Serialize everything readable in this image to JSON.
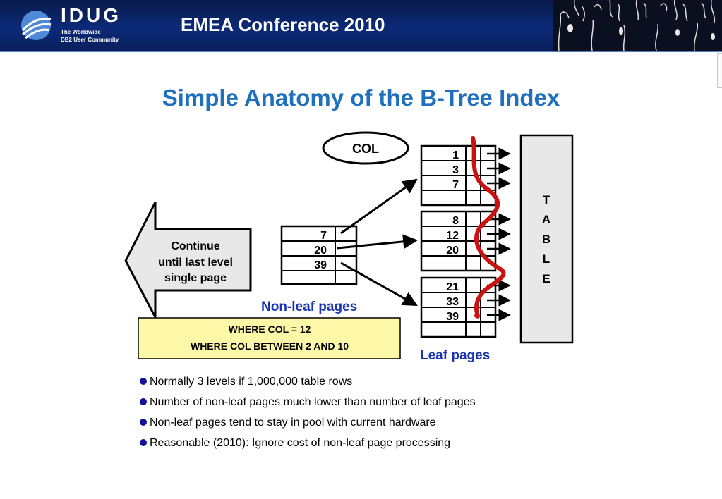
{
  "header": {
    "logo_word": "IDUG",
    "logo_tagline_1": "The Worldwide",
    "logo_tagline_2": "DB2 User Community",
    "conference_title": "EMEA Conference 2010",
    "colors": {
      "band": "#0b2a78",
      "text": "#ffffff"
    }
  },
  "slide": {
    "title": "Simple Anatomy of the B-Tree Index",
    "title_color": "#1f6fbf"
  },
  "diagram": {
    "column_label": "COL",
    "continue_arrow_lines": [
      "Continue",
      "until last level",
      "single page"
    ],
    "query_box_lines": [
      "WHERE COL = 12",
      "WHERE COL BETWEEN 2 AND 10"
    ],
    "non_leaf_label": "Non-leaf pages",
    "leaf_label": "Leaf pages",
    "non_leaf_keys": [
      "7",
      "20",
      "39"
    ],
    "leaf_pages": [
      [
        "1",
        "3",
        "7"
      ],
      [
        "8",
        "12",
        "20"
      ],
      [
        "21",
        "33",
        "39"
      ]
    ],
    "table_letters": [
      "T",
      "A",
      "B",
      "L",
      "E"
    ],
    "colors": {
      "label_blue": "#1a35b0",
      "query_box_fill": "#fdf8a8",
      "arrow_fill": "#e8e8e8",
      "scan_line": "#cc1111"
    }
  },
  "bullets": [
    "Normally 3 levels if 1,000,000 table rows",
    "Number of non-leaf pages much lower than number of leaf pages",
    "Non-leaf pages tend to stay in pool with current hardware",
    "Reasonable (2010): Ignore cost of non-leaf page processing"
  ]
}
